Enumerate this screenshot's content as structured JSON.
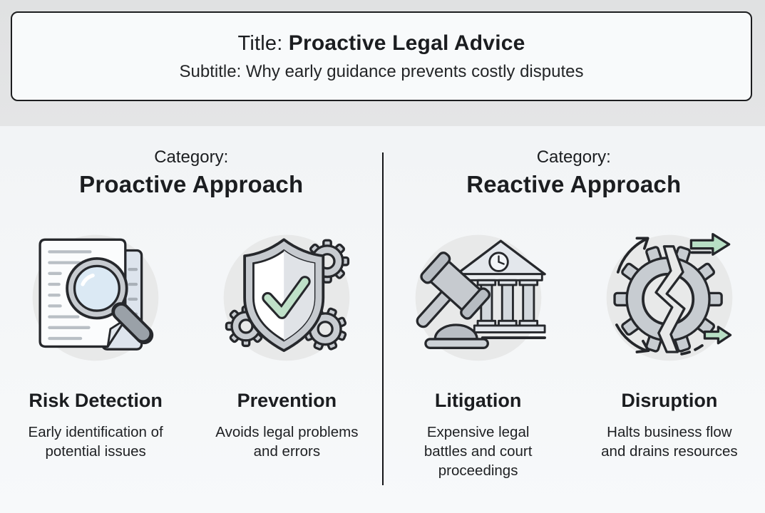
{
  "header": {
    "title_label": "Title:",
    "title": "Proactive Legal Advice",
    "subtitle_label": "Subtitle:",
    "subtitle": "Why early guidance prevents costly disputes"
  },
  "columns": [
    {
      "category_label": "Category:",
      "category_name": "Proactive Approach",
      "items": [
        {
          "icon": "document-magnifier-icon",
          "title": "Risk Detection",
          "description": "Early identification of potential issues"
        },
        {
          "icon": "shield-check-gears-icon",
          "title": "Prevention",
          "description": "Avoids legal problems and errors"
        }
      ]
    },
    {
      "category_label": "Category:",
      "category_name": "Reactive Approach",
      "items": [
        {
          "icon": "gavel-courthouse-icon",
          "title": "Litigation",
          "description": "Expensive legal battles and court proceedings"
        },
        {
          "icon": "broken-gear-arrows-icon",
          "title": "Disruption",
          "description": "Halts business flow and drains resources"
        }
      ]
    }
  ],
  "colors": {
    "header_strip_bg": "#e3e4e5",
    "body_bg": "#f3f5f7",
    "panel_bg": "#f8fafb",
    "outline_dark": "#26282c",
    "divider": "#141518",
    "icon_circle_bg": "#e8e9e9",
    "icon_gray": "#c8ccd1",
    "icon_gray_light": "#dfe3e8",
    "icon_gray_dark": "#9aa1a8",
    "accent_green": "#bfe1c9",
    "lens_blue": "#dbe9f4",
    "page_white": "#fbfcfd"
  }
}
